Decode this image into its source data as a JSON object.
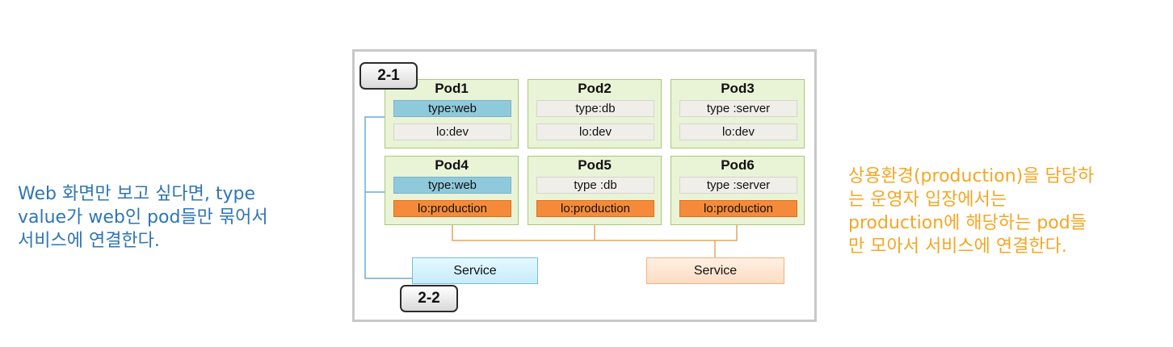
{
  "left_caption": "Web 화면만 보고 싶다면, type\nvalue가 web인 pod들만 묶어서\n서비스에 연결한다.",
  "right_caption": "상용환경(production)을 담당하\n는 운영자 입장에서는\nproduction에 해당하는 pod들\n만 모아서 서비스에 연결한다.",
  "tags": {
    "step1": "2-1",
    "step2": "2-2"
  },
  "pods": [
    {
      "name": "Pod1",
      "type": "type:web",
      "lo": "lo:dev"
    },
    {
      "name": "Pod2",
      "type": "type:db",
      "lo": "lo:dev"
    },
    {
      "name": "Pod3",
      "type": "type :server",
      "lo": "lo:dev"
    },
    {
      "name": "Pod4",
      "type": "type:web",
      "lo": "lo:production"
    },
    {
      "name": "Pod5",
      "type": "type :db",
      "lo": "lo:production"
    },
    {
      "name": "Pod6",
      "type": "type :server",
      "lo": "lo:production"
    }
  ],
  "services": {
    "web": "Service",
    "production": "Service"
  },
  "colors": {
    "left_caption": "#2e75b6",
    "right_caption": "#f5a623",
    "pod_fill": "#e9f3d6",
    "web_label": "#8fc9dc",
    "production_label": "#f58b3a",
    "web_connector": "#6aaed6",
    "production_connector": "#e8a45f"
  }
}
